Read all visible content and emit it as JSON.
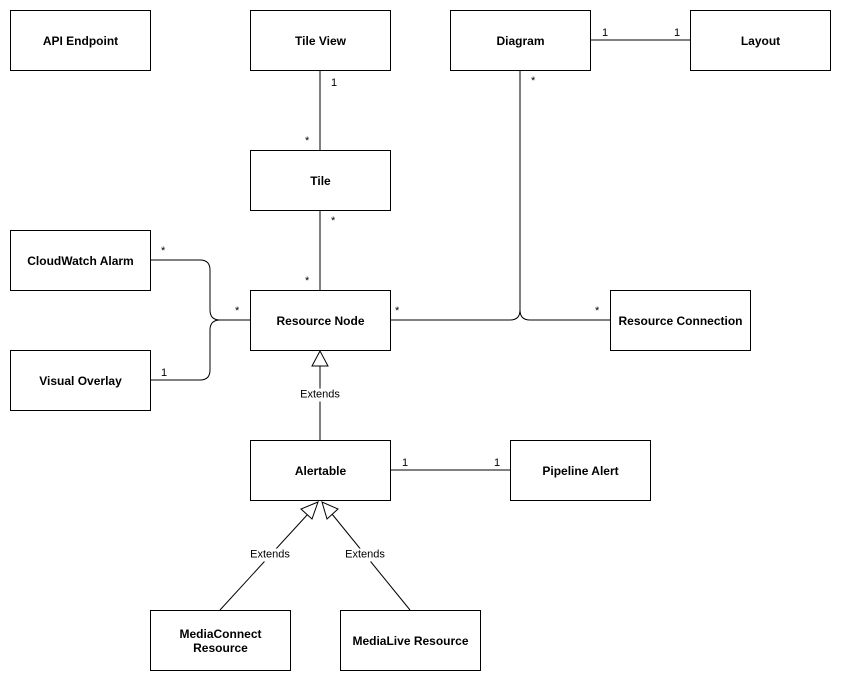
{
  "classes": {
    "api_endpoint": "API Endpoint",
    "tile_view": "Tile View",
    "diagram": "Diagram",
    "layout": "Layout",
    "tile": "Tile",
    "cloudwatch_alarm": "CloudWatch Alarm",
    "resource_node": "Resource Node",
    "resource_connection": "Resource Connection",
    "visual_overlay": "Visual Overlay",
    "alertable": "Alertable",
    "pipeline_alert": "Pipeline Alert",
    "mediaconnect_resource": "MediaConnect Resource",
    "medialive_resource": "MediaLive Resource"
  },
  "multiplicities": {
    "diagram_layout_diagram_end": "1",
    "diagram_layout_layout_end": "1",
    "diagram_end_to_node": "*",
    "tileview_tile_tileview_end": "1",
    "tileview_tile_tile_end": "*",
    "tile_node_tile_end": "*",
    "tile_node_node_end": "*",
    "alarm_node_alarm_end": "*",
    "alarm_node_node_end": "*",
    "overlay_node_overlay_end": "1",
    "node_connection_node_end": "*",
    "node_connection_connection_end": "*",
    "alertable_alert_alertable_end": "1",
    "alertable_alert_alert_end": "1"
  },
  "relations": {
    "extends_node": "Extends",
    "extends_mediaconnect": "Extends",
    "extends_medialive": "Extends"
  }
}
